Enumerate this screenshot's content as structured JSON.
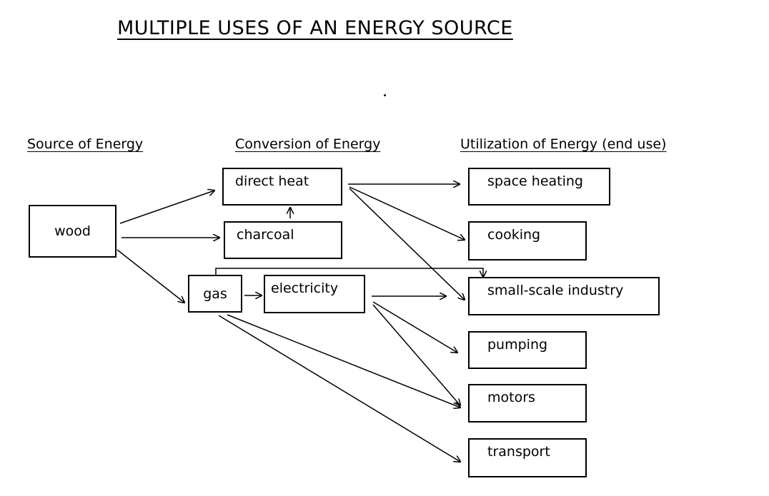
{
  "title": "MULTIPLE USES OF AN ENERGY SOURCE",
  "columns": {
    "source": "Source of Energy",
    "conversion": "Conversion of Energy",
    "utilization": "Utilization of Energy (end use)"
  },
  "nodes": {
    "wood": "wood",
    "direct_heat": "direct heat",
    "charcoal": "charcoal",
    "gas": "gas",
    "electricity": "electricity",
    "space_heating": "space heating",
    "cooking": "cooking",
    "small_scale_industry": "small-scale industry",
    "pumping": "pumping",
    "motors": "motors",
    "transport": "transport"
  }
}
